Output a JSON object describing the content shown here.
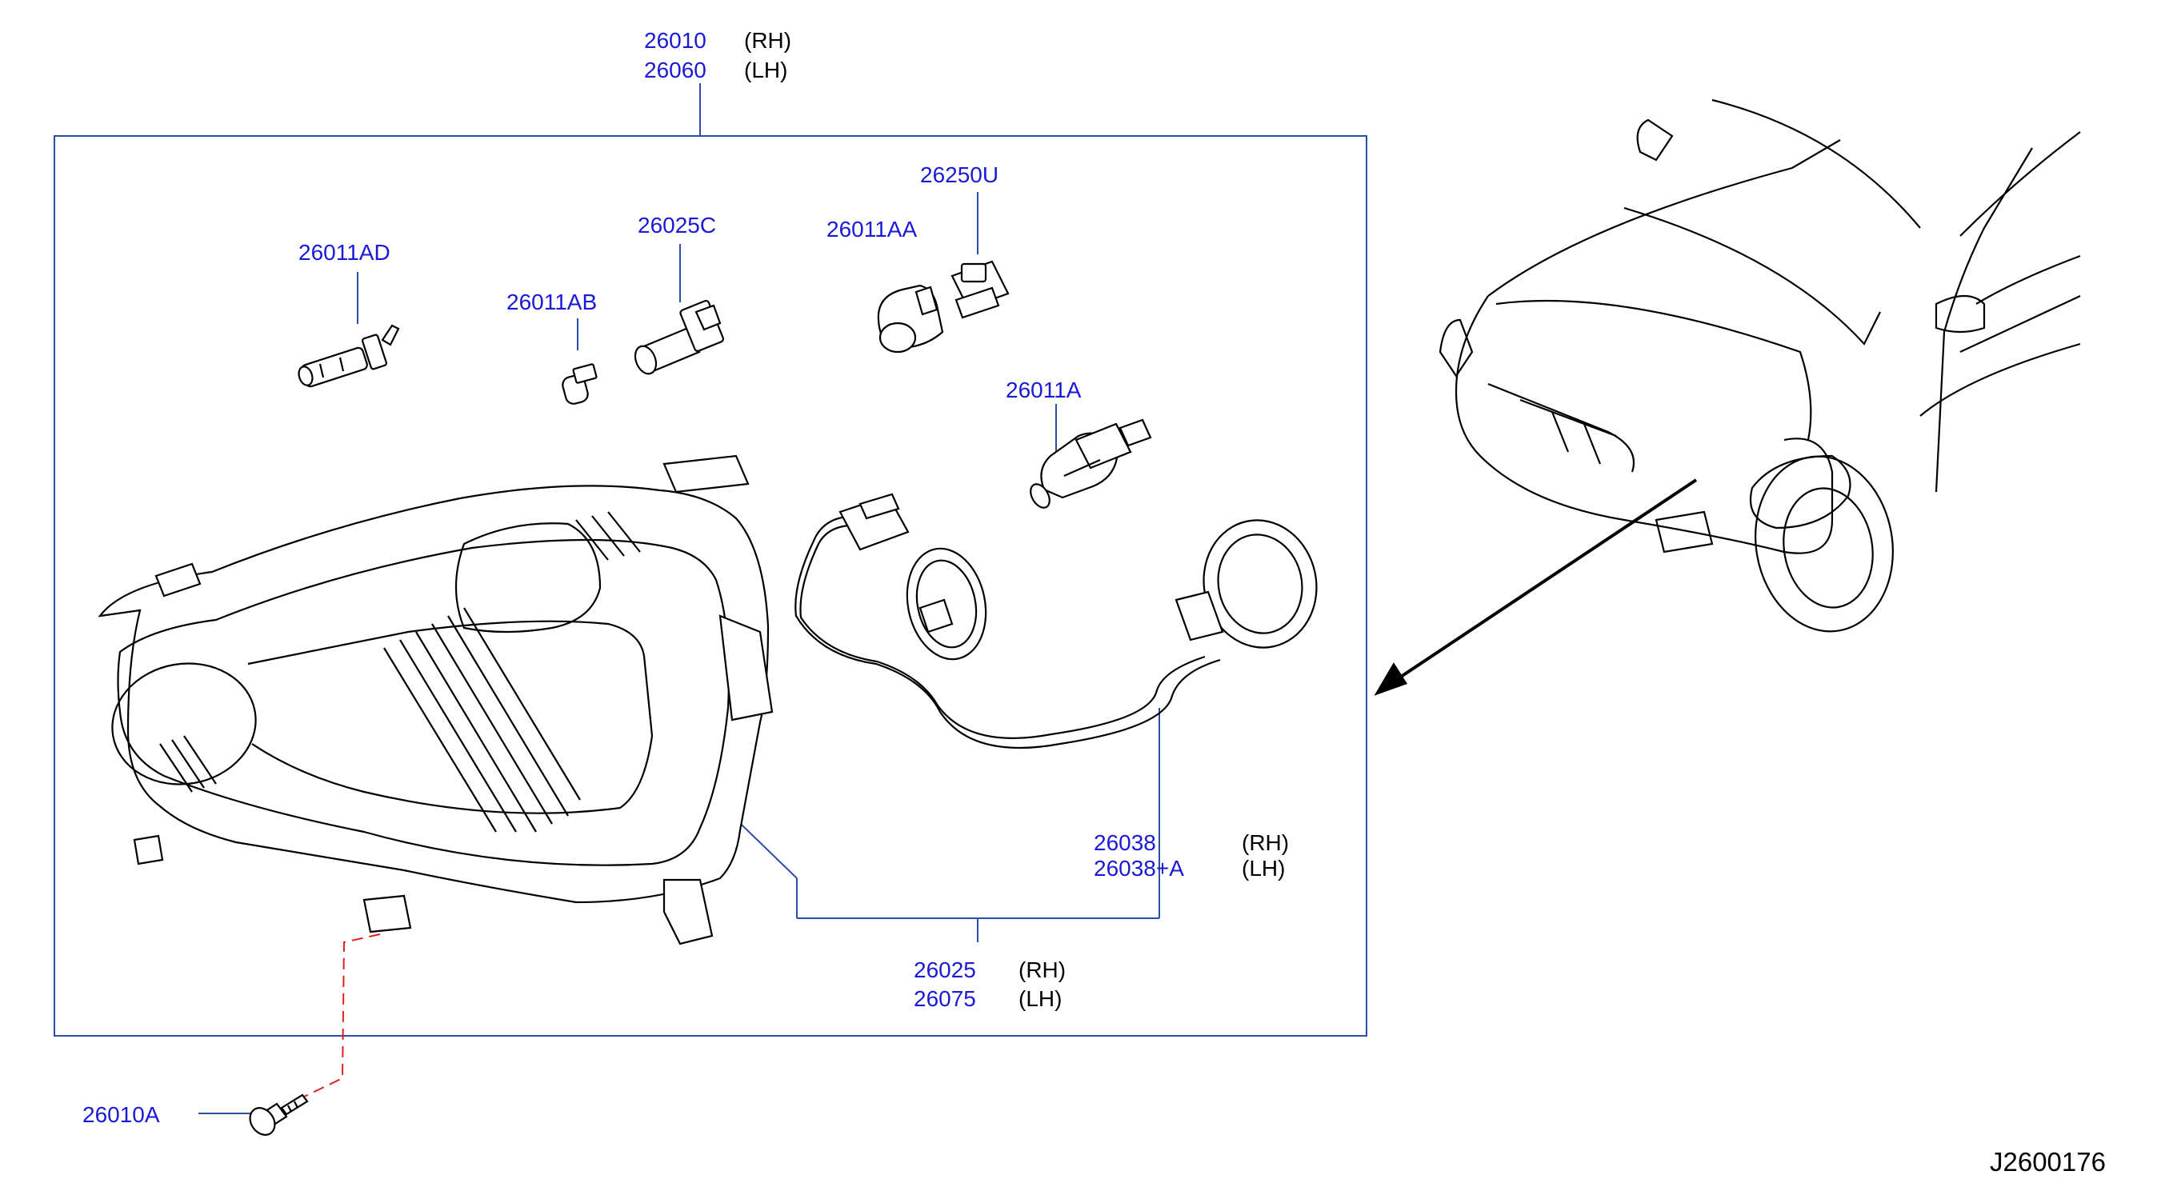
{
  "colors": {
    "part_number": "#1a1ad6",
    "leader_line": "#2b4fa8",
    "frame": "#2b4fa8",
    "drawing": "#000000",
    "dashed_leader": "#e02020"
  },
  "labels": {
    "assembly_rh_pn": "26010",
    "assembly_rh_side": "(RH)",
    "assembly_lh_pn": "26060",
    "assembly_lh_side": "(LH)",
    "bulb_ad": "26011AD",
    "bulb_ab": "26011AB",
    "socket_c": "26025C",
    "bulb_aa": "26011AA",
    "socket_u": "26250U",
    "bulb_a": "26011A",
    "harness_rh_pn": "26038",
    "harness_rh_side": "(RH)",
    "harness_lh_pn": "26038+A",
    "harness_lh_side": "(LH)",
    "housing_rh_pn": "26025",
    "housing_rh_side": "(RH)",
    "housing_lh_pn": "26075",
    "housing_lh_side": "(LH)",
    "screw": "26010A",
    "diagram_code": "J2600176"
  }
}
